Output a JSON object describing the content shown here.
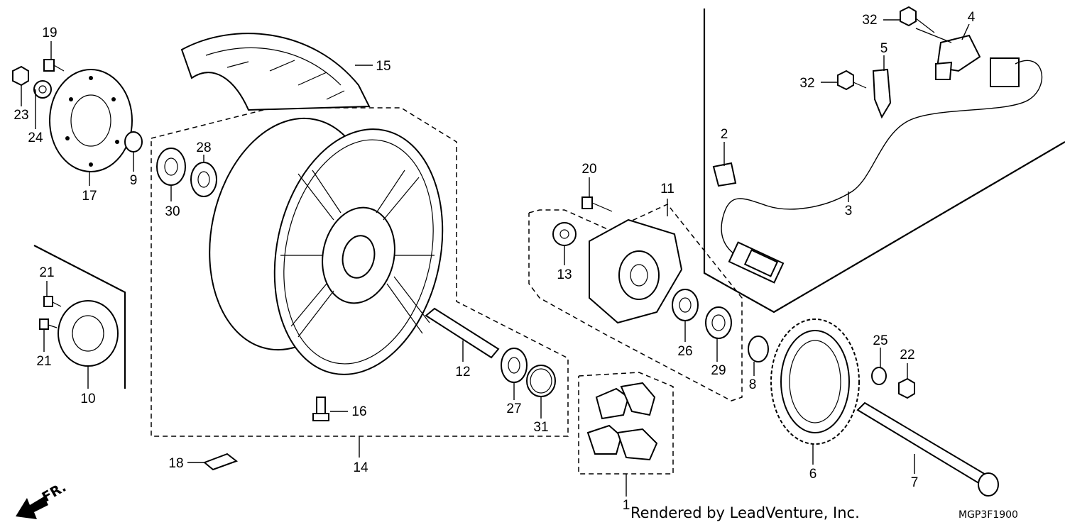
{
  "diagram": {
    "callouts": [
      "1",
      "2",
      "3",
      "4",
      "5",
      "6",
      "7",
      "8",
      "9",
      "10",
      "11",
      "12",
      "13",
      "14",
      "15",
      "16",
      "17",
      "18",
      "19",
      "20",
      "21",
      "21",
      "22",
      "23",
      "24",
      "25",
      "26",
      "27",
      "28",
      "29",
      "30",
      "31",
      "32",
      "32"
    ],
    "direction_label": "FR.",
    "credit": "Rendered by LeadVenture, Inc.",
    "diagram_code": "MGP3F1900"
  }
}
